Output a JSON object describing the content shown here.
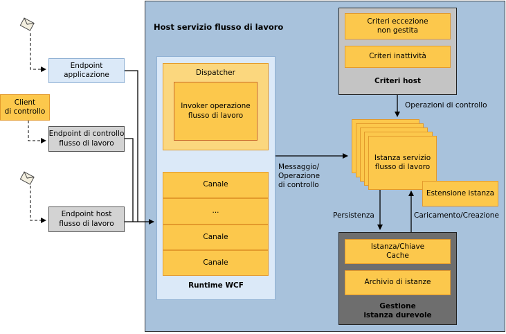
{
  "host": {
    "title": "Host servizio flusso di lavoro"
  },
  "endpoints": {
    "app": "Endpoint\napplicazione",
    "control": "Endpoint di controllo\nflusso di lavoro",
    "host": "Endpoint host\nflusso di lavoro"
  },
  "client": "Client\ndi controllo",
  "wcf": {
    "dispatcher": "Dispatcher",
    "invoker": "Invoker operazione\nflusso di lavoro",
    "channels": [
      "Canale",
      "...",
      "Canale",
      "Canale"
    ],
    "title": "Runtime WCF"
  },
  "policies": {
    "unhandled": "Criteri eccezione\nnon gestita",
    "idle": "Criteri inattività",
    "title": "Criteri host"
  },
  "instance": {
    "label": "Istanza servizio\nflusso di lavoro",
    "extension": "Estensione istanza"
  },
  "labels": {
    "control_ops": "Operazioni di controllo",
    "message": "Messaggio/\nOperazione\ndi controllo",
    "persistence": "Persistenza",
    "load": "Caricamento/Creazione"
  },
  "durable": {
    "cache": "Istanza/Chiave\nCache",
    "store": "Archivio di istanze",
    "title": "Gestione\nistanza durevole"
  },
  "colors": {
    "host_bg": "#a8c2dc",
    "yellow": "#fcc84c",
    "light_yellow": "#fbd77e",
    "endpoint_blue": "#dbe9f8",
    "endpoint_gray": "#d3d3d3"
  }
}
